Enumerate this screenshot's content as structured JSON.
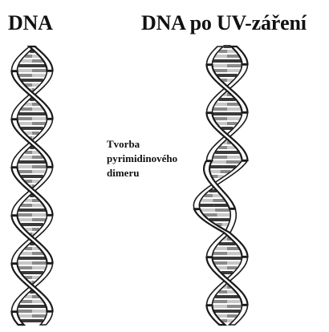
{
  "panels": {
    "left": {
      "title": "DNA"
    },
    "right": {
      "title": "DNA po UV-záření"
    }
  },
  "annotation": {
    "lines": [
      "Tvorba",
      "pyrimidinového",
      "dimeru"
    ]
  },
  "colors": {
    "strand_fill": "#ffffff",
    "strand_outline": "#1a1a1a",
    "rung_dark": "#3a3a3a",
    "rung_mid": "#8a8a8a",
    "rung_light": "#c8c8c8",
    "text": "#111111"
  }
}
